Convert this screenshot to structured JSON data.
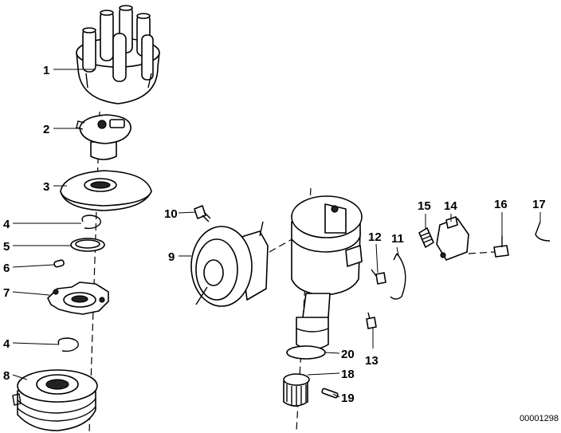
{
  "callouts": [
    {
      "id": "c1",
      "text": "1"
    },
    {
      "id": "c2",
      "text": "2"
    },
    {
      "id": "c3",
      "text": "3"
    },
    {
      "id": "c4a",
      "text": "4"
    },
    {
      "id": "c5",
      "text": "5"
    },
    {
      "id": "c6",
      "text": "6"
    },
    {
      "id": "c7",
      "text": "7"
    },
    {
      "id": "c4b",
      "text": "4"
    },
    {
      "id": "c8",
      "text": "8"
    },
    {
      "id": "c9",
      "text": "9"
    },
    {
      "id": "c10",
      "text": "10"
    },
    {
      "id": "c11",
      "text": "11"
    },
    {
      "id": "c12",
      "text": "12"
    },
    {
      "id": "c13",
      "text": "13"
    },
    {
      "id": "c14",
      "text": "14"
    },
    {
      "id": "c15",
      "text": "15"
    },
    {
      "id": "c16",
      "text": "16"
    },
    {
      "id": "c17",
      "text": "17"
    },
    {
      "id": "c18",
      "text": "18"
    },
    {
      "id": "c19",
      "text": "19"
    },
    {
      "id": "c20",
      "text": "20"
    }
  ],
  "diagram_ref": "00001298"
}
